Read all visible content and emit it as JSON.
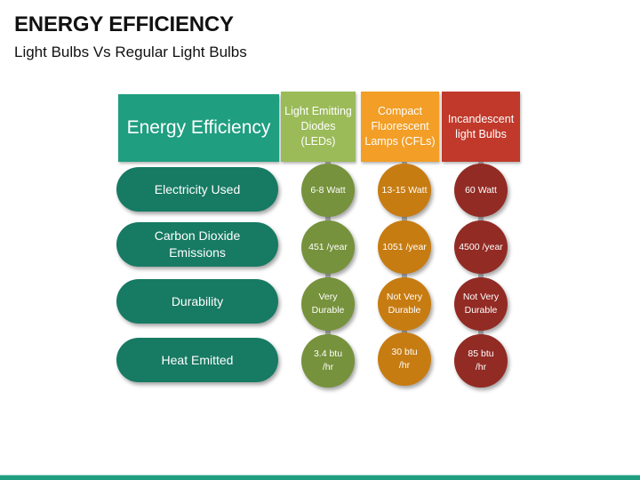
{
  "slide": {
    "title": "ENERGY EFFICIENCY",
    "subtitle": "Light Bulbs Vs Regular Light Bulbs"
  },
  "table": {
    "corner_label": "Energy Efficiency",
    "columns": [
      {
        "label": "Light Emitting Diodes (LEDs)",
        "color": "#9bbb59",
        "circle_color": "#76923c"
      },
      {
        "label": "Compact Fluorescent Lamps (CFLs)",
        "color": "#f29e27",
        "circle_color": "#c77c12"
      },
      {
        "label": "Incandescent light Bulbs",
        "color": "#c0392b",
        "circle_color": "#922b24"
      }
    ],
    "rows": [
      {
        "label": "Electricity Used",
        "values": [
          "6-8 Watt",
          "13-15 Watt",
          "60 Watt"
        ]
      },
      {
        "label": "Carbon Dioxide Emissions",
        "values": [
          "451 /year",
          "1051 /year",
          "4500 /year"
        ]
      },
      {
        "label": "Durability",
        "values": [
          "Very Durable",
          "Not Very Durable",
          "Not Very Durable"
        ]
      },
      {
        "label": "Heat Emitted",
        "values": [
          "3.4 btu /hr",
          "30 btu /hr",
          "85 btu /hr"
        ]
      }
    ]
  },
  "colors": {
    "accent": "#1f9e80",
    "row_pill": "#177a63"
  }
}
